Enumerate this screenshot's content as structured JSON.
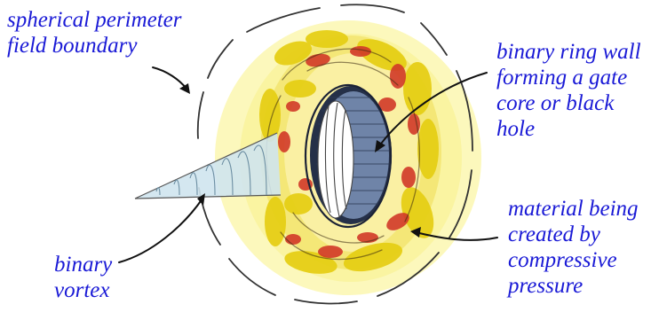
{
  "labels": {
    "perimeter": [
      "spherical perimeter",
      "field boundary"
    ],
    "ring_wall": [
      "binary ring wall",
      "forming a gate",
      "core or black",
      "hole"
    ],
    "vortex": [
      "binary",
      "vortex"
    ],
    "material": [
      "material being",
      "created by",
      "compressive",
      "pressure"
    ]
  },
  "colors": {
    "label_text": "#1a1ad6",
    "glow": "#fbf7a8",
    "swirl_yellow": "#e8d21a",
    "swirl_red": "#d63a2a",
    "core_blue": "#7f93b8",
    "vortex_blue": "#b8d6e8",
    "ink": "#222222"
  }
}
